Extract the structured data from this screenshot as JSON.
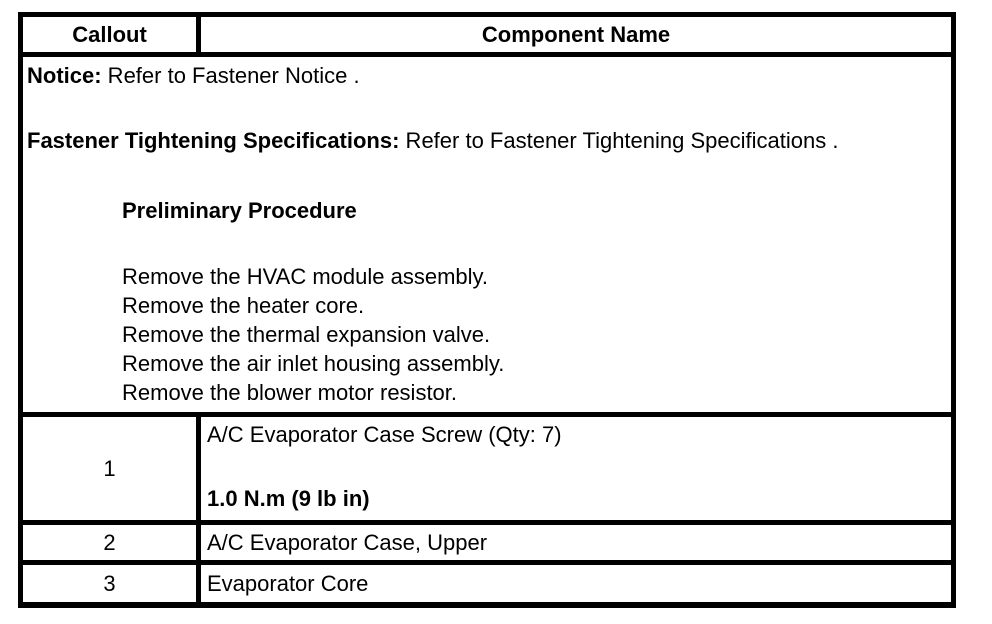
{
  "table": {
    "header": {
      "callout": "Callout",
      "component": "Component Name"
    },
    "notice": {
      "notice_label": "Notice:",
      "notice_text": " Refer to Fastener Notice .",
      "fastener_label": "Fastener Tightening Specifications:",
      "fastener_text": " Refer to Fastener Tightening Specifications .",
      "preliminary_title": "Preliminary Procedure",
      "steps": [
        "Remove the HVAC module assembly.",
        "Remove the heater core.",
        "Remove the thermal expansion valve.",
        "Remove the air inlet housing assembly.",
        "Remove the blower motor resistor."
      ]
    },
    "rows": [
      {
        "callout": "1",
        "component": "A/C Evaporator Case Screw (Qty: 7)",
        "torque": "1.0 N.m (9 lb in)"
      },
      {
        "callout": "2",
        "component": "A/C Evaporator Case, Upper"
      },
      {
        "callout": "3",
        "component": "Evaporator Core"
      }
    ],
    "colors": {
      "border": "#000000",
      "text": "#000000",
      "background": "#ffffff"
    }
  }
}
